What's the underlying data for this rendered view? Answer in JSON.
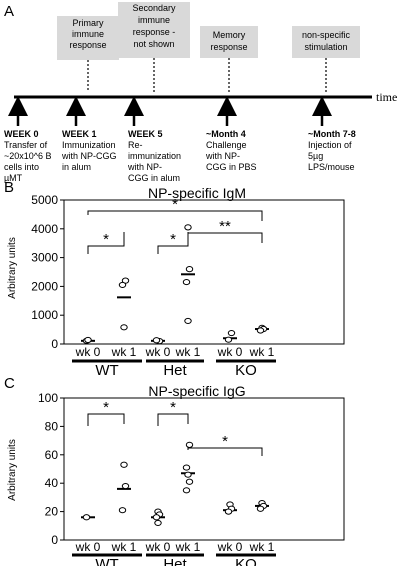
{
  "panel_labels": {
    "a": "A",
    "b": "B",
    "c": "C"
  },
  "timeline": {
    "axis_label": "time",
    "boxes": [
      {
        "lines": [
          "Primary",
          "immune",
          "response"
        ]
      },
      {
        "lines": [
          "Secondary",
          "immune",
          "response -",
          "not shown"
        ]
      },
      {
        "lines": [
          "Memory",
          "response"
        ]
      },
      {
        "lines": [
          "non-specific",
          "stimulation"
        ]
      }
    ],
    "events": [
      {
        "week": "WEEK 0",
        "lines": [
          "Transfer of",
          "~20x10^6 B",
          "cells into",
          "µMT"
        ]
      },
      {
        "week": "WEEK 1",
        "lines": [
          "Immunization",
          "with NP-CGG",
          "in alum"
        ]
      },
      {
        "week": "WEEK 5",
        "lines": [
          "Re-",
          "immunization",
          "with NP-",
          "CGG in alum"
        ]
      },
      {
        "week": "~Month 4",
        "lines": [
          "Challenge",
          "with NP-",
          "CGG in PBS"
        ]
      },
      {
        "week": "~Month 7-8",
        "lines": [
          "Injection of",
          "5µg",
          "LPS/mouse"
        ]
      }
    ]
  },
  "chart_data": [
    {
      "type": "scatter",
      "title": "NP-specific IgM",
      "ylabel": "Arbitrary units",
      "ylim": [
        0,
        5000
      ],
      "yticks": [
        "0",
        "1000",
        "2000",
        "3000",
        "4000",
        "5000"
      ],
      "categories": [
        "wk 0",
        "wk 1",
        "wk 0",
        "wk 1",
        "wk 0",
        "wk 1"
      ],
      "groups": [
        "WT",
        "Het",
        "KO"
      ],
      "series": [
        {
          "points": [
            [
              0,
              110
            ],
            [
              0,
              140
            ],
            [
              1,
              2200
            ],
            [
              1,
              2050
            ],
            [
              1,
              580
            ],
            [
              2,
              100
            ],
            [
              2,
              130
            ],
            [
              3,
              4050
            ],
            [
              3,
              2600
            ],
            [
              3,
              2150
            ],
            [
              3,
              800
            ],
            [
              4,
              380
            ],
            [
              4,
              150
            ],
            [
              5,
              560
            ],
            [
              5,
              520
            ],
            [
              5,
              470
            ]
          ]
        }
      ],
      "means": [
        110,
        1620,
        110,
        2420,
        200,
        520
      ],
      "significance": [
        {
          "label": "*"
        },
        {
          "label": "*"
        },
        {
          "label": "*"
        },
        {
          "label": "**"
        }
      ]
    },
    {
      "type": "scatter",
      "title": "NP-specific IgG",
      "ylabel": "Arbitrary units",
      "ylim": [
        0,
        100
      ],
      "yticks": [
        "0",
        "20",
        "40",
        "60",
        "80",
        "100"
      ],
      "categories": [
        "wk 0",
        "wk 1",
        "wk 0",
        "wk 1",
        "wk 0",
        "wk 1"
      ],
      "groups": [
        "WT",
        "Het",
        "KO"
      ],
      "series": [
        {
          "points": [
            [
              0,
              16
            ],
            [
              1,
              53
            ],
            [
              1,
              38
            ],
            [
              1,
              21
            ],
            [
              2,
              20
            ],
            [
              2,
              18
            ],
            [
              2,
              16
            ],
            [
              2,
              12
            ],
            [
              3,
              67
            ],
            [
              3,
              51
            ],
            [
              3,
              46
            ],
            [
              3,
              41
            ],
            [
              3,
              35
            ],
            [
              4,
              25
            ],
            [
              4,
              22
            ],
            [
              4,
              20
            ],
            [
              5,
              26
            ],
            [
              5,
              24
            ],
            [
              5,
              22
            ]
          ]
        }
      ],
      "means": [
        16,
        36,
        16,
        47,
        21,
        24
      ],
      "significance": [
        {
          "label": "*"
        },
        {
          "label": "*"
        },
        {
          "label": "*"
        }
      ]
    }
  ]
}
